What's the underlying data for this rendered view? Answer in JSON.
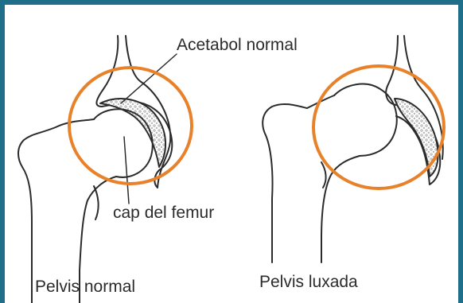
{
  "labels": {
    "acetabol": "Acetabol normal",
    "femoral_head": "cap del femur",
    "normal_pelvis": "Pelvis normal",
    "dislocated_pelvis": "Pelvis luxada"
  },
  "colors": {
    "frame": "#1f6f8b",
    "highlight_circle": "#e8822a",
    "line_art": "#2b2b2b",
    "bone_texture": "#d8d8d8"
  }
}
